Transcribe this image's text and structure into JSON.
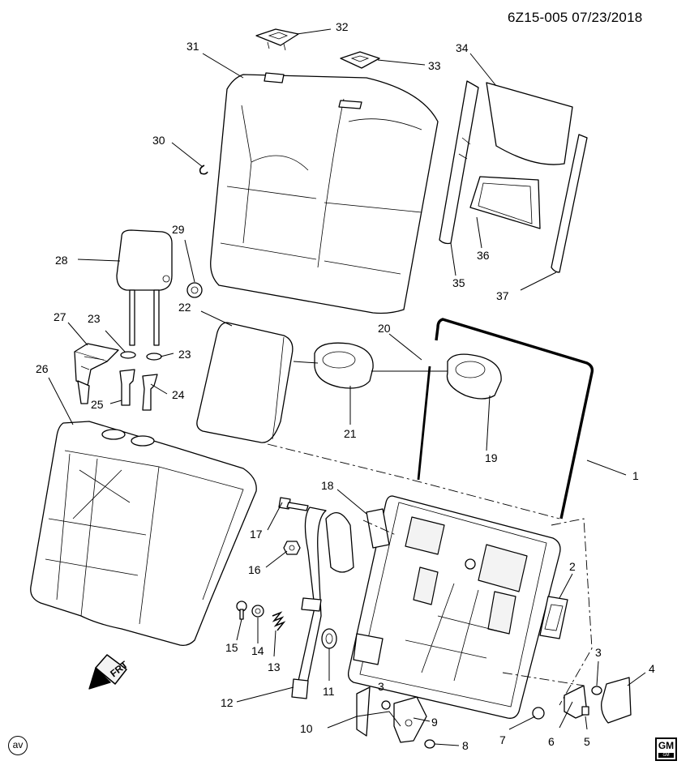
{
  "doc_id": "6Z15-005 07/23/2018",
  "callouts": {
    "c1": "1",
    "c2": "2",
    "c3a": "3",
    "c3b": "3",
    "c4": "4",
    "c5": "5",
    "c6": "6",
    "c7": "7",
    "c8": "8",
    "c9": "9",
    "c10": "10",
    "c11": "11",
    "c12": "12",
    "c13": "13",
    "c14": "14",
    "c15": "15",
    "c16": "16",
    "c17": "17",
    "c18": "18",
    "c19": "19",
    "c20": "20",
    "c21": "21",
    "c22": "22",
    "c23a": "23",
    "c23b": "23",
    "c24": "24",
    "c25": "25",
    "c26": "26",
    "c27": "27",
    "c28": "28",
    "c29": "29",
    "c30": "30",
    "c31": "31",
    "c32": "32",
    "c33": "33",
    "c34": "34",
    "c35": "35",
    "c36": "36",
    "c37": "37"
  },
  "front_arrow_label": "FRT",
  "corner_badge": "av",
  "logo": {
    "text": "GM",
    "sub": "GM"
  },
  "icons": {
    "front": "front-direction-arrow-icon",
    "logo": "gm-logo-icon"
  }
}
